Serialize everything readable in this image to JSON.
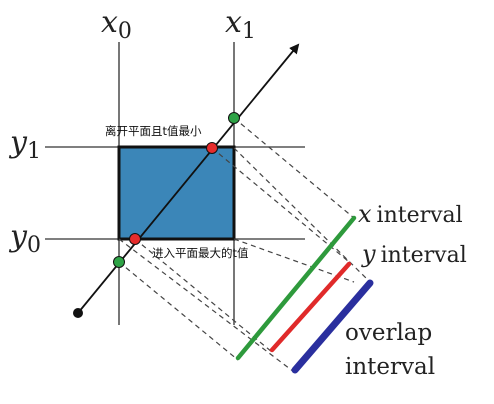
{
  "axes": {
    "x0": {
      "base": "x",
      "sub": "0"
    },
    "x1": {
      "base": "x",
      "sub": "1"
    },
    "y0": {
      "base": "y",
      "sub": "0"
    },
    "y1": {
      "base": "y",
      "sub": "1"
    }
  },
  "annotations": {
    "exit": "离开平面且t值最小",
    "enter": "进入平面最大的t值"
  },
  "interval_labels": {
    "x": {
      "var": "x",
      "word": "interval"
    },
    "y": {
      "var": "y",
      "word": "interval"
    },
    "overlap_line1": "overlap",
    "overlap_line2": "interval"
  },
  "colors": {
    "box_fill": "#3b86b8",
    "x_interval": "#2e9a3c",
    "y_interval": "#e02a2a",
    "overlap_interval": "#2a2f9e",
    "hit_red": "#e62c2c",
    "hit_green": "#2ea346"
  }
}
